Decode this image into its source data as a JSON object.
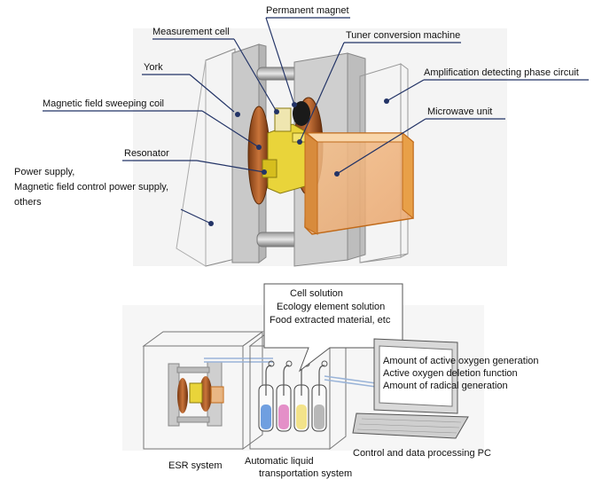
{
  "top_diagram": {
    "labels": {
      "permanent_magnet": "Permanent magnet",
      "measurement_cell": "Measurement cell",
      "tuner": "Tuner conversion machine",
      "york": "York",
      "amplification": "Amplification detecting phase circuit",
      "sweeping_coil": "Magnetic field sweeping coil",
      "microwave": "Microwave unit",
      "resonator": "Resonator",
      "power_supply": [
        "Power supply,",
        "Magnetic field control power supply,",
        "others"
      ]
    }
  },
  "bottom_diagram": {
    "samples": [
      "Cell solution",
      "Ecology element solution",
      "Food extracted material, etc"
    ],
    "outputs": [
      "Amount of active oxygen generation",
      "Active oxygen deletion function",
      "Amount of radical generation"
    ],
    "captions": {
      "esr": "ESR system",
      "auto_liquid": [
        "Automatic liquid",
        "transportation system"
      ],
      "pc": "Control and data processing PC"
    },
    "tube_colors": [
      "#6f9fe0",
      "#e48fc8",
      "#f3e38a",
      "#b8b8b8"
    ]
  }
}
